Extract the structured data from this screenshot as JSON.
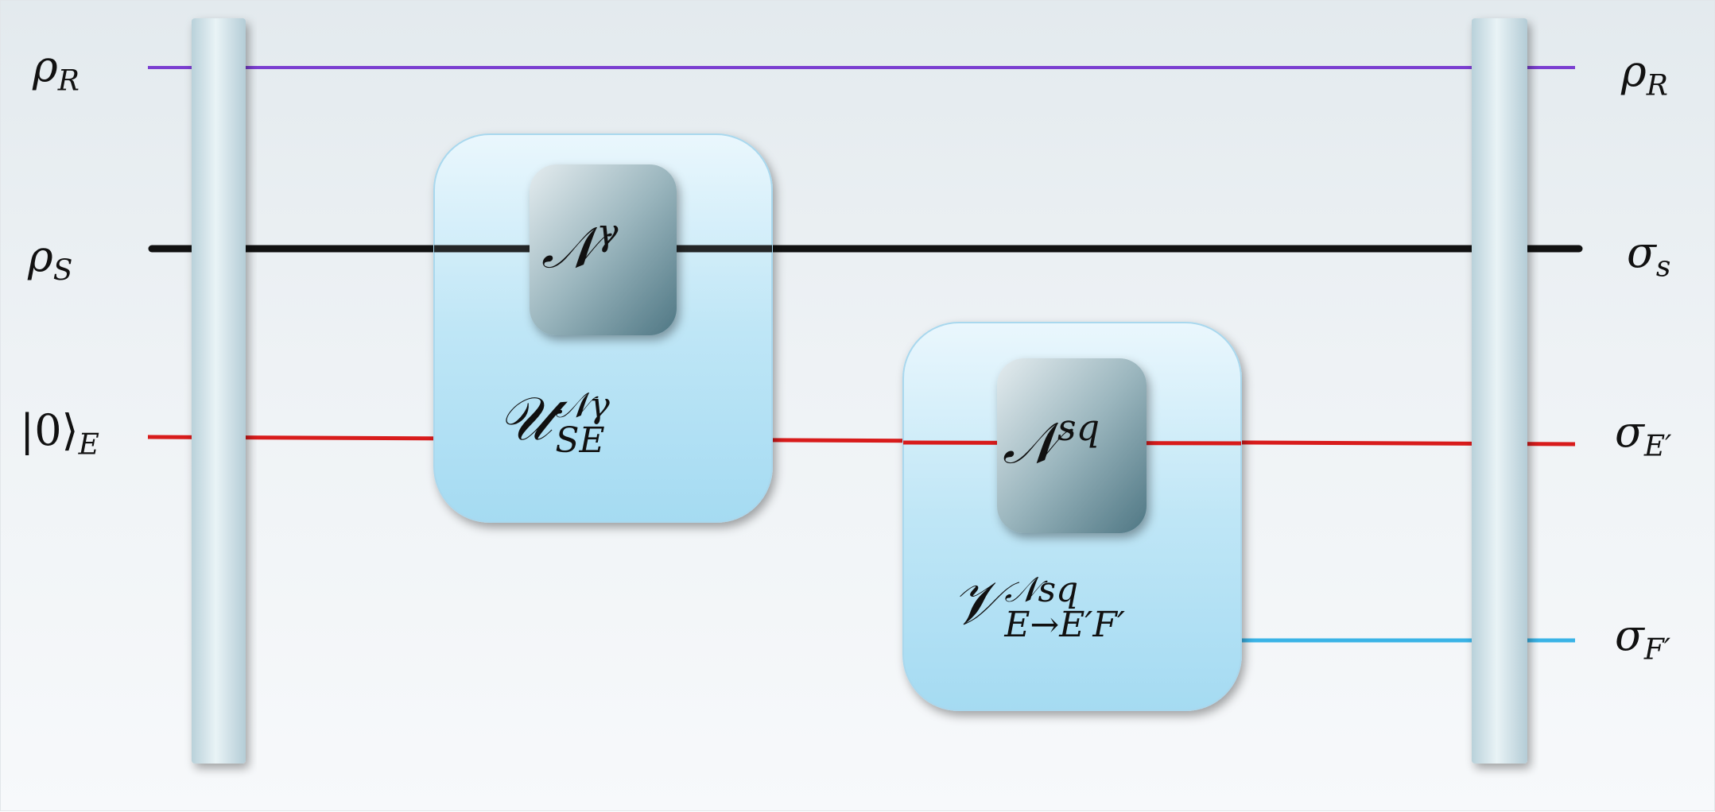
{
  "inputs": {
    "rho_r": {
      "base": "ρ",
      "sub": "R"
    },
    "rho_s": {
      "base": "ρ",
      "sub": "S"
    },
    "ket0": {
      "base": "|0⟩",
      "sub": "E"
    }
  },
  "outputs": {
    "rho_r": {
      "base": "ρ",
      "sub": "R"
    },
    "sigma_s": {
      "base": "σ",
      "sub": "s"
    },
    "sigma_e": {
      "base": "σ",
      "sub": "E′"
    },
    "sigma_f": {
      "base": "σ",
      "sub": "F′"
    }
  },
  "gates": {
    "n_gamma": {
      "base": "𝒩",
      "sup": "γ"
    },
    "n_sq": {
      "base": "𝒩",
      "sup": "sq"
    }
  },
  "operators": {
    "u": {
      "base": "𝒰",
      "sup": "𝒩γ",
      "sub": "SE"
    },
    "v": {
      "base": "𝒱",
      "sup": "𝒩sq",
      "sub": "E→E′F′"
    }
  },
  "colors": {
    "reference_wire": "#7b3fd1",
    "system_wire": "#111111",
    "environment_wire": "#d81b1b",
    "output_f_wire": "#3ab3e6",
    "op_box": "#bfe6f6",
    "gate_box": "#5f8591",
    "bar": "#c9dde4"
  }
}
